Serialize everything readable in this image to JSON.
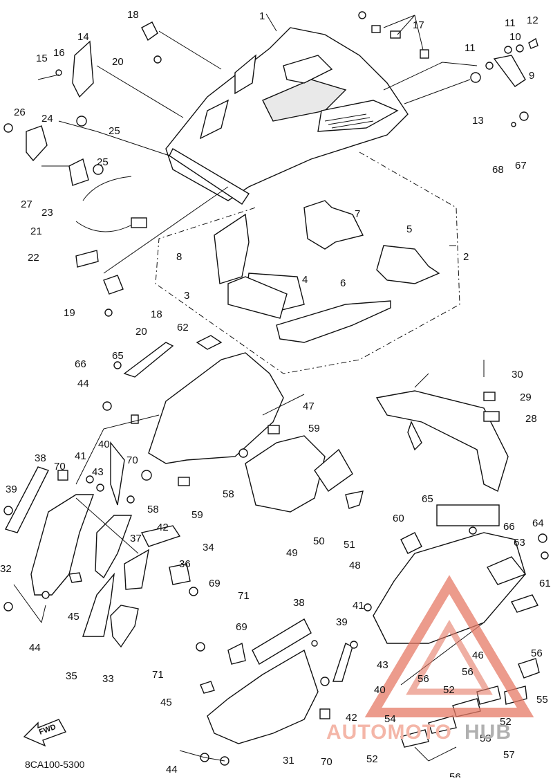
{
  "diagram": {
    "part_numbers": [
      "1",
      "2",
      "3",
      "4",
      "5",
      "6",
      "7",
      "8",
      "9",
      "10",
      "11",
      "12",
      "13",
      "14",
      "15",
      "16",
      "17",
      "18",
      "19",
      "20",
      "21",
      "22",
      "23",
      "24",
      "25",
      "26",
      "27",
      "28",
      "29",
      "30",
      "31",
      "32",
      "33",
      "34",
      "35",
      "36",
      "37",
      "38",
      "39",
      "40",
      "41",
      "42",
      "43",
      "44",
      "45",
      "46",
      "47",
      "48",
      "49",
      "50",
      "51",
      "52",
      "53",
      "54",
      "55",
      "56",
      "57",
      "58",
      "59",
      "60",
      "61",
      "62",
      "63",
      "64",
      "65",
      "66",
      "67",
      "68",
      "69",
      "70",
      "71"
    ],
    "front_arrow_label": "FWD",
    "drawing_code": "8CA100-5300"
  },
  "watermark": {
    "part1": "AUTOMOTO",
    "part2": "HUB",
    "color": "#e57a66",
    "accent": "#8a8a8a"
  },
  "colors": {
    "ink": "#111111",
    "background": "#ffffff"
  }
}
